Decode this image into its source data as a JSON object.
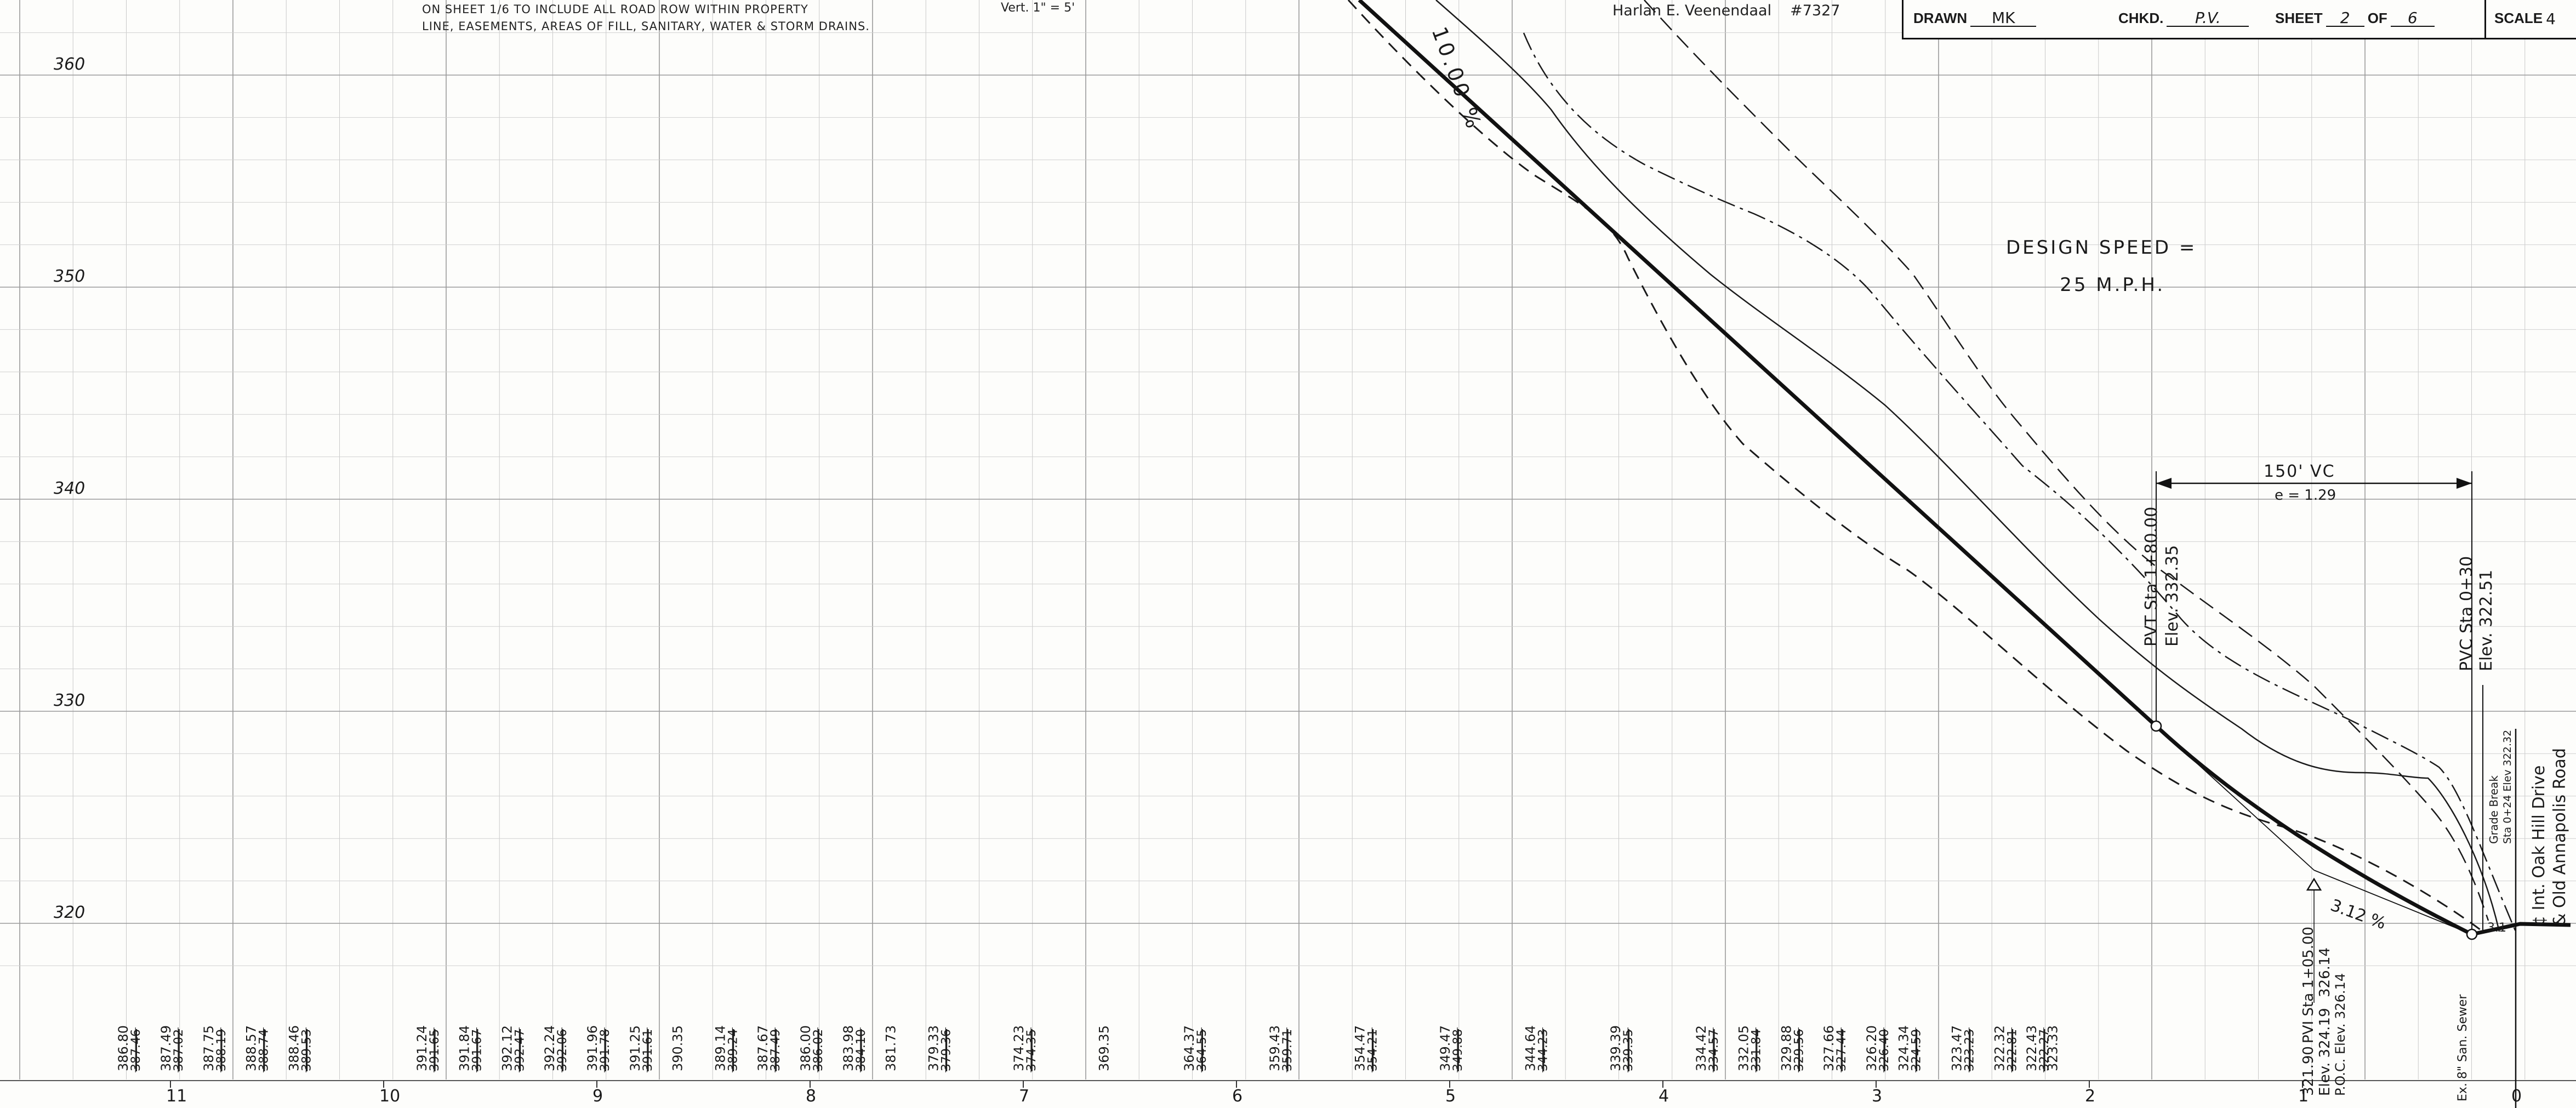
{
  "sheet_note": {
    "line1": "ON SHEET 1/6 TO INCLUDE ALL ROAD ROW WITHIN PROPERTY",
    "line2": "LINE, EASEMENTS, AREAS OF FILL, SANITARY, WATER & STORM DRAINS."
  },
  "scale_note": "Vert. 1\" = 5'",
  "engineer": {
    "name": "Harlan E. Veenendaal",
    "number": "#7327"
  },
  "title_block": {
    "drawn_label": "DRAWN",
    "drawn_value": "MK",
    "checked_label": "CHKD.",
    "checked_value": "P.V.",
    "sheet_label": "SHEET",
    "sheet_value": "2",
    "of_label": "OF",
    "of_value": "6",
    "scale_label": "SCALE",
    "scale_value": "4"
  },
  "design_speed": {
    "line1": "DESIGN SPEED =",
    "line2": "25 M.P.H."
  },
  "elevation_labels": [
    {
      "value": "360",
      "elev": 360
    },
    {
      "value": "350",
      "elev": 350
    },
    {
      "value": "340",
      "elev": 340
    },
    {
      "value": "330",
      "elev": 330
    },
    {
      "value": "320",
      "elev": 320
    }
  ],
  "station_labels": [
    {
      "value": "11",
      "sta": 11
    },
    {
      "value": "10",
      "sta": 10
    },
    {
      "value": "9",
      "sta": 9
    },
    {
      "value": "8",
      "sta": 8
    },
    {
      "value": "7",
      "sta": 7
    },
    {
      "value": "6",
      "sta": 6
    },
    {
      "value": "5",
      "sta": 5
    },
    {
      "value": "4",
      "sta": 4
    },
    {
      "value": "3",
      "sta": 3
    },
    {
      "value": "2",
      "sta": 2
    },
    {
      "value": "1",
      "sta": 1
    },
    {
      "value": "0",
      "sta": 0
    }
  ],
  "station_elevations": [
    {
      "sta": 11.2,
      "proposed": "386.80",
      "existing": "387.46"
    },
    {
      "sta": 11.0,
      "proposed": "387.49",
      "existing": "387.02"
    },
    {
      "sta": 10.8,
      "proposed": "387.75",
      "existing": "388.19"
    },
    {
      "sta": 10.6,
      "proposed": "388.57",
      "existing": "388.74"
    },
    {
      "sta": 10.4,
      "proposed": "388.46",
      "existing": "389.53"
    },
    {
      "sta": 9.8,
      "proposed": "391.24",
      "existing": "391.65"
    },
    {
      "sta": 9.6,
      "proposed": "391.84",
      "existing": "391.67"
    },
    {
      "sta": 9.4,
      "proposed": "392.12",
      "existing": "392.47"
    },
    {
      "sta": 9.2,
      "proposed": "392.24",
      "existing": "392.06"
    },
    {
      "sta": 9.0,
      "proposed": "391.96",
      "existing": "391.78"
    },
    {
      "sta": 8.8,
      "proposed": "391.25",
      "existing": "391.61"
    },
    {
      "sta": 8.6,
      "proposed": "390.35",
      "existing": ""
    },
    {
      "sta": 8.4,
      "proposed": "389.14",
      "existing": "389.24"
    },
    {
      "sta": 8.2,
      "proposed": "387.67",
      "existing": "387.49"
    },
    {
      "sta": 8.0,
      "proposed": "386.00",
      "existing": "386.02"
    },
    {
      "sta": 7.8,
      "proposed": "383.98",
      "existing": "384.10"
    },
    {
      "sta": 7.6,
      "proposed": "381.73",
      "existing": ""
    },
    {
      "sta": 7.4,
      "proposed": "379.33",
      "existing": "379.36"
    },
    {
      "sta": 7.0,
      "proposed": "374.23",
      "existing": "374.35"
    },
    {
      "sta": 6.6,
      "proposed": "369.35",
      "existing": ""
    },
    {
      "sta": 6.2,
      "proposed": "364.37",
      "existing": "364.55"
    },
    {
      "sta": 5.8,
      "proposed": "359.43",
      "existing": "359.71"
    },
    {
      "sta": 5.4,
      "proposed": "354.47",
      "existing": "354.21"
    },
    {
      "sta": 5.0,
      "proposed": "349.47",
      "existing": "349.88"
    },
    {
      "sta": 4.6,
      "proposed": "344.64",
      "existing": "344.23"
    },
    {
      "sta": 4.2,
      "proposed": "339.39",
      "existing": "339.35"
    },
    {
      "sta": 3.8,
      "proposed": "334.42",
      "existing": "334.57"
    },
    {
      "sta": 3.6,
      "proposed": "332.05",
      "existing": "331.84"
    },
    {
      "sta": 3.4,
      "proposed": "329.88",
      "existing": "329.56"
    },
    {
      "sta": 3.2,
      "proposed": "327.66",
      "existing": "327.44"
    },
    {
      "sta": 3.0,
      "proposed": "326.20",
      "existing": "326.40"
    },
    {
      "sta": 2.85,
      "proposed": "324.34",
      "existing": "324.59"
    },
    {
      "sta": 2.6,
      "proposed": "323.47",
      "existing": "323.23"
    },
    {
      "sta": 2.4,
      "proposed": "322.32",
      "existing": "322.81"
    },
    {
      "sta": 2.25,
      "proposed": "322.43",
      "existing": "322.27"
    },
    {
      "sta": 2.15,
      "proposed": "323.33",
      "existing": ""
    }
  ],
  "annotations": {
    "vc_length": "150' VC",
    "vc_e": "e = 1.29",
    "pvt_sta": "PVT Sta 1+80.00",
    "pvt_elev": "Elev. 332.35",
    "pvc_sta": "PVC Sta 0+30",
    "pvc_elev": "Elev. 322.51",
    "pvi_sta": "PVI Sta 1+05.00",
    "pvi_elev": "Elev. 324.19",
    "pvi_extra1": "326.14",
    "pvi_extra2": "P.O.C. Elev. 326.14",
    "pvi_low": "321.90",
    "grade_upper": "10.00 %",
    "grade_lower": "3.12 %",
    "grade_tiny": "3.1",
    "grade_break": "Grade Break",
    "grade_break_sta": "Sta 0+24 Elev 322.32",
    "sewer": "Ex. 8\" San. Sewer",
    "road_label1": "¢ Int. Oak Hill Drive",
    "road_label2": "& Old Annapolis Road"
  },
  "colors": {
    "ink": "#1a1a1a",
    "grid": "#9a9a9a",
    "grid_light": "#c9c9c9",
    "paper": "#fdfdfb"
  }
}
